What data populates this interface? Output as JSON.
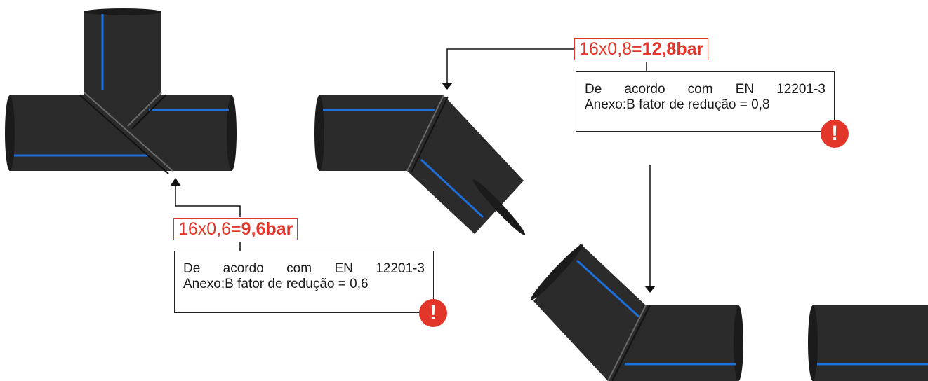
{
  "callouts": [
    {
      "formula_prefix": "16x0,6=",
      "formula_result": "9,6bar",
      "note_line1_words": [
        "De",
        "acordo",
        "com",
        "EN",
        "12201-3"
      ],
      "note_line2": "Anexo:B fator de redução = 0,6"
    },
    {
      "formula_prefix": "16x0,8=",
      "formula_result": "12,8bar",
      "note_line1_words": [
        "De",
        "acordo",
        "com",
        "EN",
        "12201-3"
      ],
      "note_line2": "Anexo:B fator de redução = 0,8"
    }
  ],
  "warning_icon": {
    "glyph": "!",
    "icon": "exclamation-circle",
    "color": "#e2362b"
  },
  "colors": {
    "pipe": "#2b2b2b",
    "stripe": "#1e6fd9",
    "accent": "#e2362b"
  }
}
